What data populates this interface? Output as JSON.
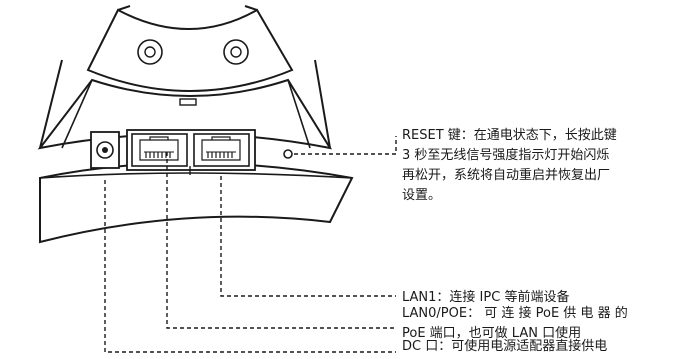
{
  "callouts": {
    "reset": {
      "lines": [
        "RESET 键：在通电状态下，长按此键",
        "3 秒至无线信号强度指示灯开始闪烁",
        "再松开，系统将自动重启并恢复出厂",
        "设置。"
      ]
    },
    "lan1": {
      "text": "LAN1：连接 IPC 等前端设备"
    },
    "lan0": {
      "lines": [
        "LAN0/POE：  可 连 接 PoE 供 电 器 的",
        "PoE 端口，也可做 LAN 口使用"
      ]
    },
    "dc": {
      "text": "DC 口：可使用电源适配器直接供电"
    }
  }
}
